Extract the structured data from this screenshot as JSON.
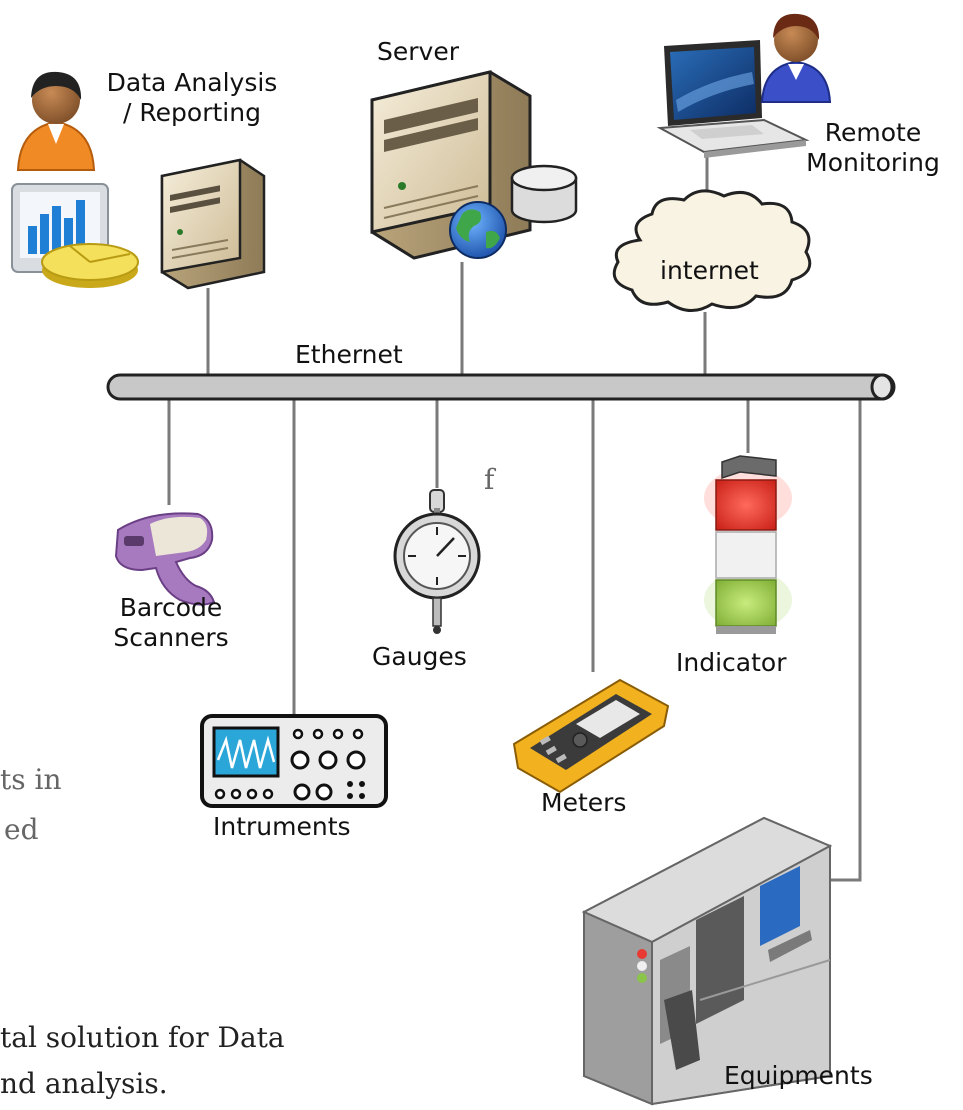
{
  "labels": {
    "server": "Server",
    "data_analysis": "Data Analysis\n/ Reporting",
    "remote_monitoring": "Remote\nMonitoring",
    "internet": "internet",
    "ethernet": "Ethernet",
    "barcode_scanners": "Barcode\nScanners",
    "gauges": "Gauges",
    "indicator": "Indicator",
    "instruments": "Intruments",
    "meters": "Meters",
    "equipments": "Equipments"
  },
  "background_text": {
    "line1": "f",
    "line2": "ts in",
    "line3": "ed",
    "line4": "tal solution for Data",
    "line5": "nd analysis."
  },
  "colors": {
    "ethernet_bar": "#c8c8c8",
    "connector": "#7a7a7a",
    "server_body": "#e8dcc0",
    "light_red": "#e83a32",
    "light_white": "#f2f2f2",
    "light_green": "#a6d15a",
    "scanner": "#a77ac0",
    "meter_yellow": "#f2b21f",
    "equipment": "#c9c9c9"
  },
  "icons": [
    "user-icon",
    "chart-icon",
    "server-tower-icon",
    "server-icon",
    "database-icon",
    "globe-icon",
    "laptop-icon",
    "cloud-icon",
    "barcode-scanner-icon",
    "dial-gauge-icon",
    "signal-tower-icon",
    "oscilloscope-icon",
    "handheld-meter-icon",
    "machine-icon"
  ]
}
